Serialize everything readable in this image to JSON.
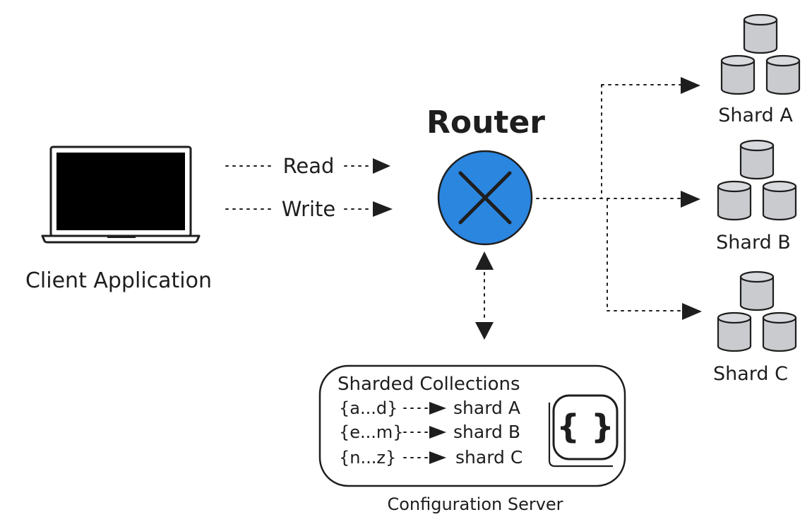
{
  "client": {
    "label": "Client Application"
  },
  "requests": {
    "read_label": "Read",
    "write_label": "Write"
  },
  "router": {
    "title": "Router",
    "color": "#2b86e0"
  },
  "shards": [
    {
      "label": "Shard A"
    },
    {
      "label": "Shard B"
    },
    {
      "label": "Shard C"
    }
  ],
  "config": {
    "heading": "Sharded Collections",
    "label": "Configuration Server",
    "icon_glyph": "{ }",
    "mappings": [
      {
        "range": "{a...d}",
        "target": "shard A"
      },
      {
        "range": "{e...m}",
        "target": "shard B"
      },
      {
        "range": "{n...z}",
        "target": "shard C"
      }
    ]
  }
}
